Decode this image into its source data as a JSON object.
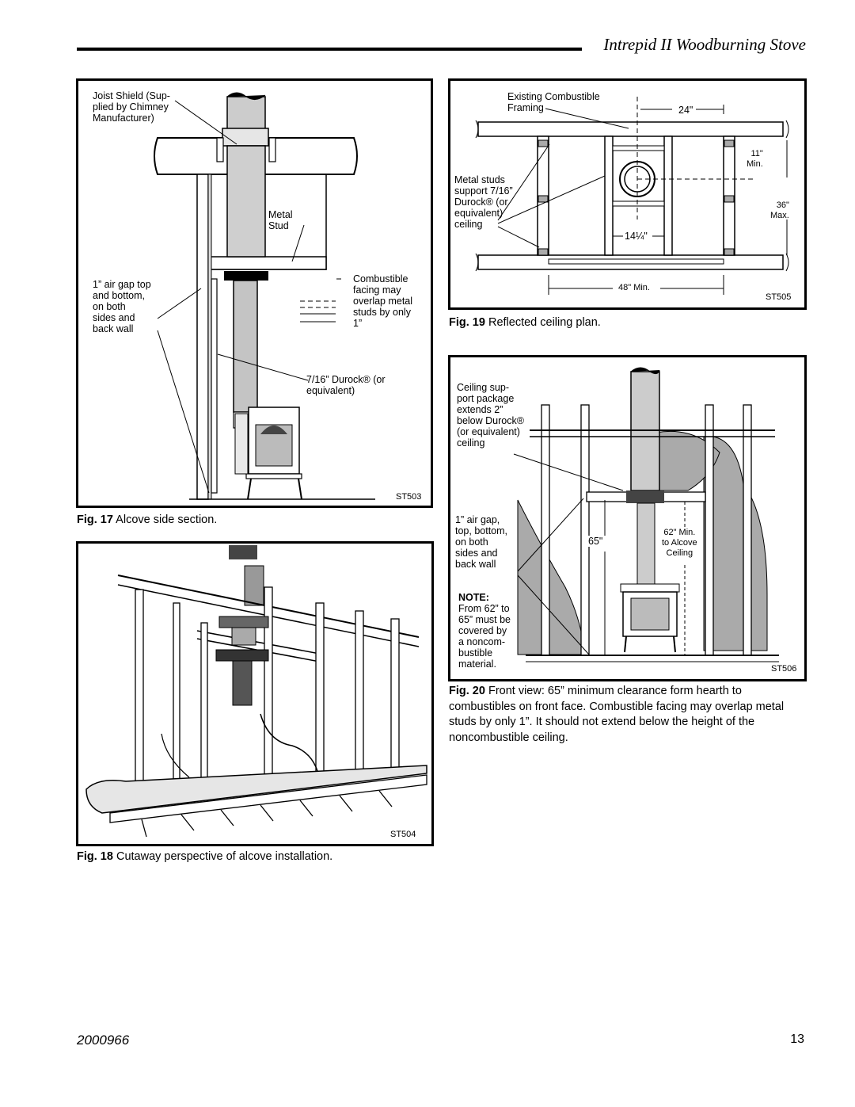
{
  "header": {
    "title": "Intrepid II Woodburning Stove"
  },
  "fig17": {
    "caption_num": "Fig. 17",
    "caption_text": "Alcove side section.",
    "code": "ST503",
    "labels": {
      "joist_shield": "Joist Shield (Sup-\nplied by Chimney\nManufacturer)",
      "metal_stud": "Metal\nStud",
      "air_gap": "1” air gap top\nand bottom,\non both\nsides and\nback wall",
      "combustible_facing": "Combustible\nfacing may\noverlap metal\nstuds by only\n1”",
      "durock": "7/16” Durock® (or\nequivalent)"
    }
  },
  "fig18": {
    "caption_num": "Fig. 18",
    "caption_text": "Cutaway perspective of alcove installation.",
    "code": "ST504"
  },
  "fig19": {
    "caption_num": "Fig. 19",
    "caption_text": "Reflected ceiling plan.",
    "code": "ST505",
    "labels": {
      "existing_framing": "Existing Combustible\nFraming",
      "dim_24": "24\"",
      "dim_11": "11\"\nMin.",
      "metal_studs": "Metal studs\nsupport 7/16”\nDurock® (or\nequivalent)\nceiling",
      "dim_36": "36\"\nMax.",
      "dim_14": "14¼\"",
      "dim_48": "48\" Min."
    }
  },
  "fig20": {
    "caption_num": "Fig. 20",
    "caption_text": "Front view: 65” minimum clearance form hearth to combustibles on front face. Combustible facing may overlap metal studs by only 1”. It should not extend below the height of the noncombustible ceiling.",
    "code": "ST506",
    "labels": {
      "ceiling_support": "Ceiling sup-\nport package\nextends 2”\nbelow Durock®\n(or equivalent)\nceiling",
      "air_gap": "1” air gap,\ntop, bottom,\non both\nsides and\nback wall",
      "note_title": "NOTE:",
      "note_body": "From 62” to\n65” must be\ncovered by\na noncom-\nbustible\nmaterial.",
      "dim_65": "65\"",
      "dim_62": "62\" Min.\nto Alcove\nCeiling"
    }
  },
  "footer": {
    "doc_number": "2000966",
    "page_number": "13"
  }
}
